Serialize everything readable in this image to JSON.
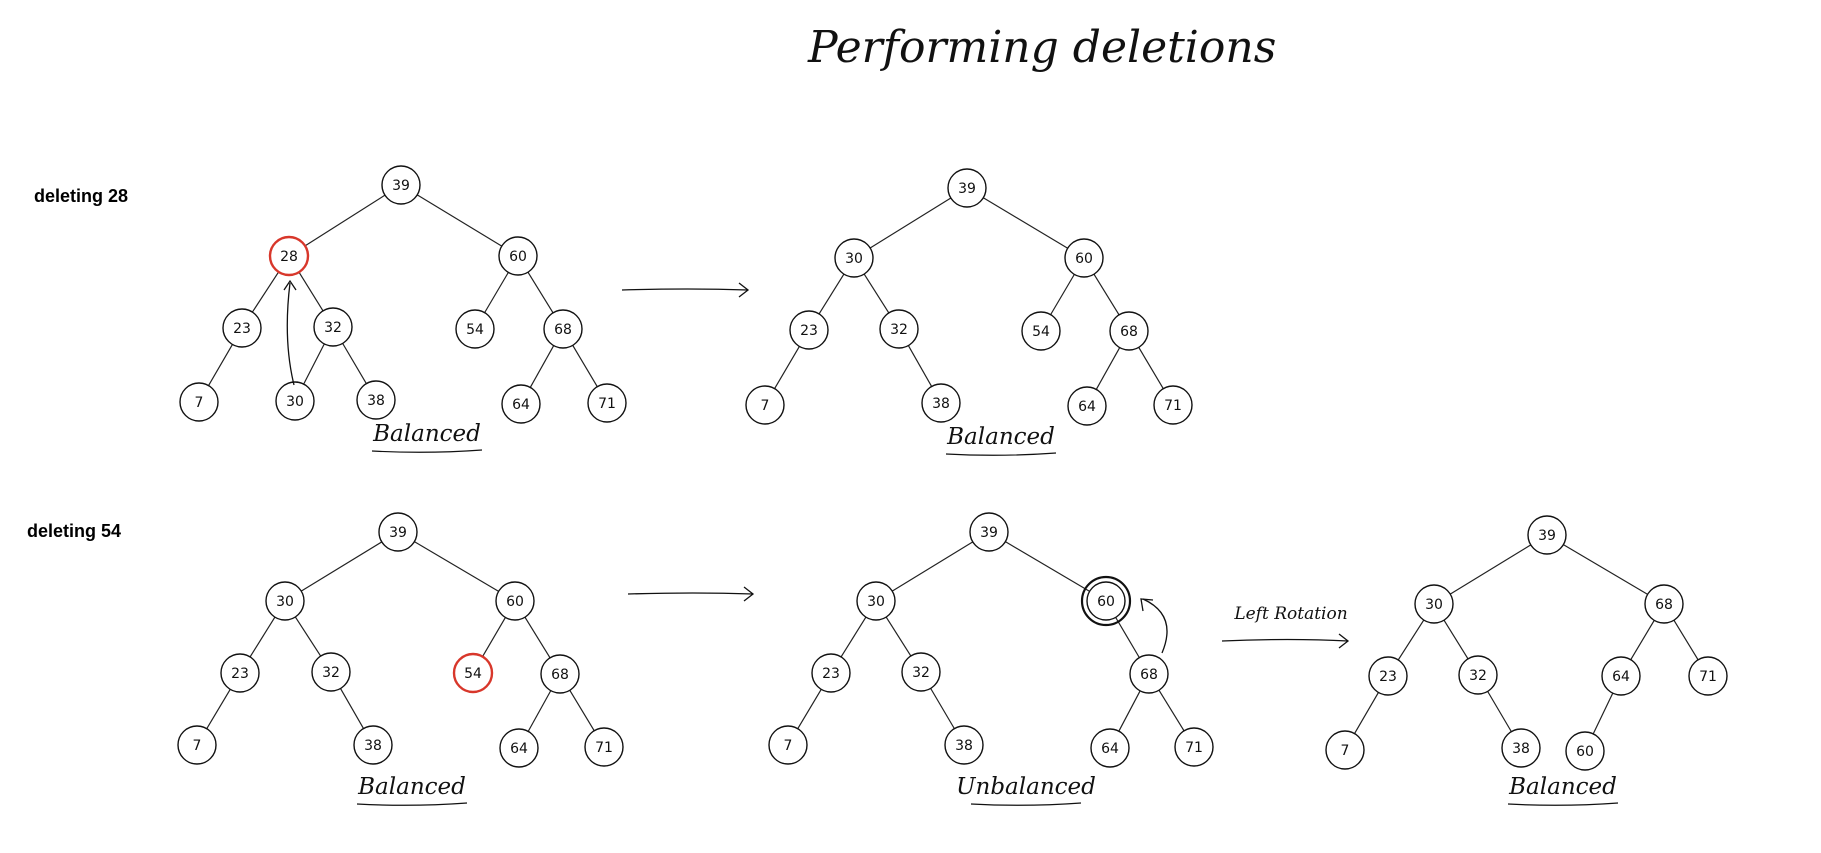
{
  "title": "Performing deletions",
  "rows": [
    {
      "label": "deleting 28"
    },
    {
      "label": "deleting 54"
    }
  ],
  "arrow_labels": [
    "Left Rotation"
  ],
  "trees": [
    {
      "id": "r1-before",
      "caption": "Balanced",
      "nodes": [
        {
          "id": "39",
          "label": "39"
        },
        {
          "id": "28",
          "label": "28",
          "highlight": true
        },
        {
          "id": "60",
          "label": "60"
        },
        {
          "id": "23",
          "label": "23"
        },
        {
          "id": "32",
          "label": "32"
        },
        {
          "id": "54",
          "label": "54"
        },
        {
          "id": "68",
          "label": "68"
        },
        {
          "id": "7",
          "label": "7"
        },
        {
          "id": "30",
          "label": "30"
        },
        {
          "id": "38",
          "label": "38"
        },
        {
          "id": "64",
          "label": "64"
        },
        {
          "id": "71",
          "label": "71"
        }
      ],
      "edges": [
        [
          "39",
          "28"
        ],
        [
          "39",
          "60"
        ],
        [
          "28",
          "23"
        ],
        [
          "28",
          "32"
        ],
        [
          "23",
          "7"
        ],
        [
          "32",
          "30"
        ],
        [
          "32",
          "38"
        ],
        [
          "60",
          "54"
        ],
        [
          "60",
          "68"
        ],
        [
          "68",
          "64"
        ],
        [
          "68",
          "71"
        ]
      ]
    },
    {
      "id": "r1-after",
      "caption": "Balanced",
      "nodes": [
        {
          "id": "39",
          "label": "39"
        },
        {
          "id": "30",
          "label": "30"
        },
        {
          "id": "60",
          "label": "60"
        },
        {
          "id": "23",
          "label": "23"
        },
        {
          "id": "32",
          "label": "32"
        },
        {
          "id": "54",
          "label": "54"
        },
        {
          "id": "68",
          "label": "68"
        },
        {
          "id": "7",
          "label": "7"
        },
        {
          "id": "38",
          "label": "38"
        },
        {
          "id": "64",
          "label": "64"
        },
        {
          "id": "71",
          "label": "71"
        }
      ],
      "edges": [
        [
          "39",
          "30"
        ],
        [
          "39",
          "60"
        ],
        [
          "30",
          "23"
        ],
        [
          "30",
          "32"
        ],
        [
          "23",
          "7"
        ],
        [
          "32",
          "38"
        ],
        [
          "60",
          "54"
        ],
        [
          "60",
          "68"
        ],
        [
          "68",
          "64"
        ],
        [
          "68",
          "71"
        ]
      ]
    },
    {
      "id": "r2-before",
      "caption": "Balanced",
      "nodes": [
        {
          "id": "39",
          "label": "39"
        },
        {
          "id": "30",
          "label": "30"
        },
        {
          "id": "60",
          "label": "60"
        },
        {
          "id": "23",
          "label": "23"
        },
        {
          "id": "32",
          "label": "32"
        },
        {
          "id": "54",
          "label": "54",
          "highlight": true
        },
        {
          "id": "68",
          "label": "68"
        },
        {
          "id": "7",
          "label": "7"
        },
        {
          "id": "38",
          "label": "38"
        },
        {
          "id": "64",
          "label": "64"
        },
        {
          "id": "71",
          "label": "71"
        }
      ],
      "edges": [
        [
          "39",
          "30"
        ],
        [
          "39",
          "60"
        ],
        [
          "30",
          "23"
        ],
        [
          "30",
          "32"
        ],
        [
          "23",
          "7"
        ],
        [
          "32",
          "38"
        ],
        [
          "60",
          "54"
        ],
        [
          "60",
          "68"
        ],
        [
          "68",
          "64"
        ],
        [
          "68",
          "71"
        ]
      ]
    },
    {
      "id": "r2-mid",
      "caption": "Unbalanced",
      "nodes": [
        {
          "id": "39",
          "label": "39"
        },
        {
          "id": "30",
          "label": "30"
        },
        {
          "id": "60",
          "label": "60",
          "double": true
        },
        {
          "id": "23",
          "label": "23"
        },
        {
          "id": "32",
          "label": "32"
        },
        {
          "id": "68",
          "label": "68"
        },
        {
          "id": "7",
          "label": "7"
        },
        {
          "id": "38",
          "label": "38"
        },
        {
          "id": "64",
          "label": "64"
        },
        {
          "id": "71",
          "label": "71"
        }
      ],
      "edges": [
        [
          "39",
          "30"
        ],
        [
          "39",
          "60"
        ],
        [
          "30",
          "23"
        ],
        [
          "30",
          "32"
        ],
        [
          "23",
          "7"
        ],
        [
          "32",
          "38"
        ],
        [
          "60",
          "68"
        ],
        [
          "68",
          "64"
        ],
        [
          "68",
          "71"
        ]
      ]
    },
    {
      "id": "r2-after",
      "caption": "Balanced",
      "nodes": [
        {
          "id": "39",
          "label": "39"
        },
        {
          "id": "30",
          "label": "30"
        },
        {
          "id": "68",
          "label": "68"
        },
        {
          "id": "23",
          "label": "23"
        },
        {
          "id": "32",
          "label": "32"
        },
        {
          "id": "64",
          "label": "64"
        },
        {
          "id": "71",
          "label": "71"
        },
        {
          "id": "7",
          "label": "7"
        },
        {
          "id": "38",
          "label": "38"
        },
        {
          "id": "60",
          "label": "60"
        }
      ],
      "edges": [
        [
          "39",
          "30"
        ],
        [
          "39",
          "68"
        ],
        [
          "30",
          "23"
        ],
        [
          "30",
          "32"
        ],
        [
          "23",
          "7"
        ],
        [
          "32",
          "38"
        ],
        [
          "68",
          "64"
        ],
        [
          "68",
          "71"
        ],
        [
          "64",
          "60"
        ]
      ]
    }
  ]
}
